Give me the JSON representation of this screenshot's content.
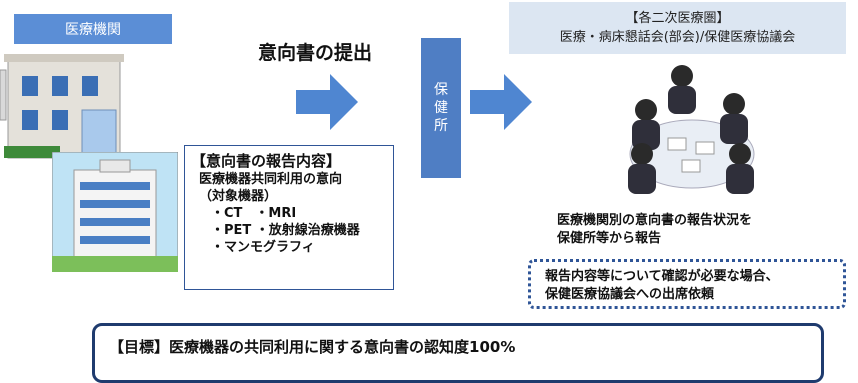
{
  "left": {
    "institution_label": "医療機関"
  },
  "right": {
    "region_title": "【各二次医療圏】",
    "region_subtitle": "医療・病床懇話会(部会)/保健医療協議会"
  },
  "center": {
    "submit_title": "意向書の提出",
    "health_center_chars": [
      "保",
      "健",
      "所"
    ]
  },
  "report": {
    "title": "【意向書の報告内容】",
    "lines": [
      "医療機器共同利用の意向",
      "（対象機器）",
      "・CT　・MRI",
      "・PET ・放射線治療機器",
      "・マンモグラフィ"
    ]
  },
  "status": {
    "line1": "医療機関別の意向書の報告状況を",
    "line2": "保健所等から報告"
  },
  "confirm": {
    "line1": "報告内容等について確認が必要な場合、",
    "line2": "保健医療協議会への出席依頼"
  },
  "goal": {
    "text": "【目標】医療機器の共同利用に関する意向書の認知度100%"
  },
  "colors": {
    "accent": "#4f7ec4",
    "label_blue": "#5b8ed6",
    "header_bg": "#dce6f2",
    "border_dark": "#1f3b6e"
  }
}
